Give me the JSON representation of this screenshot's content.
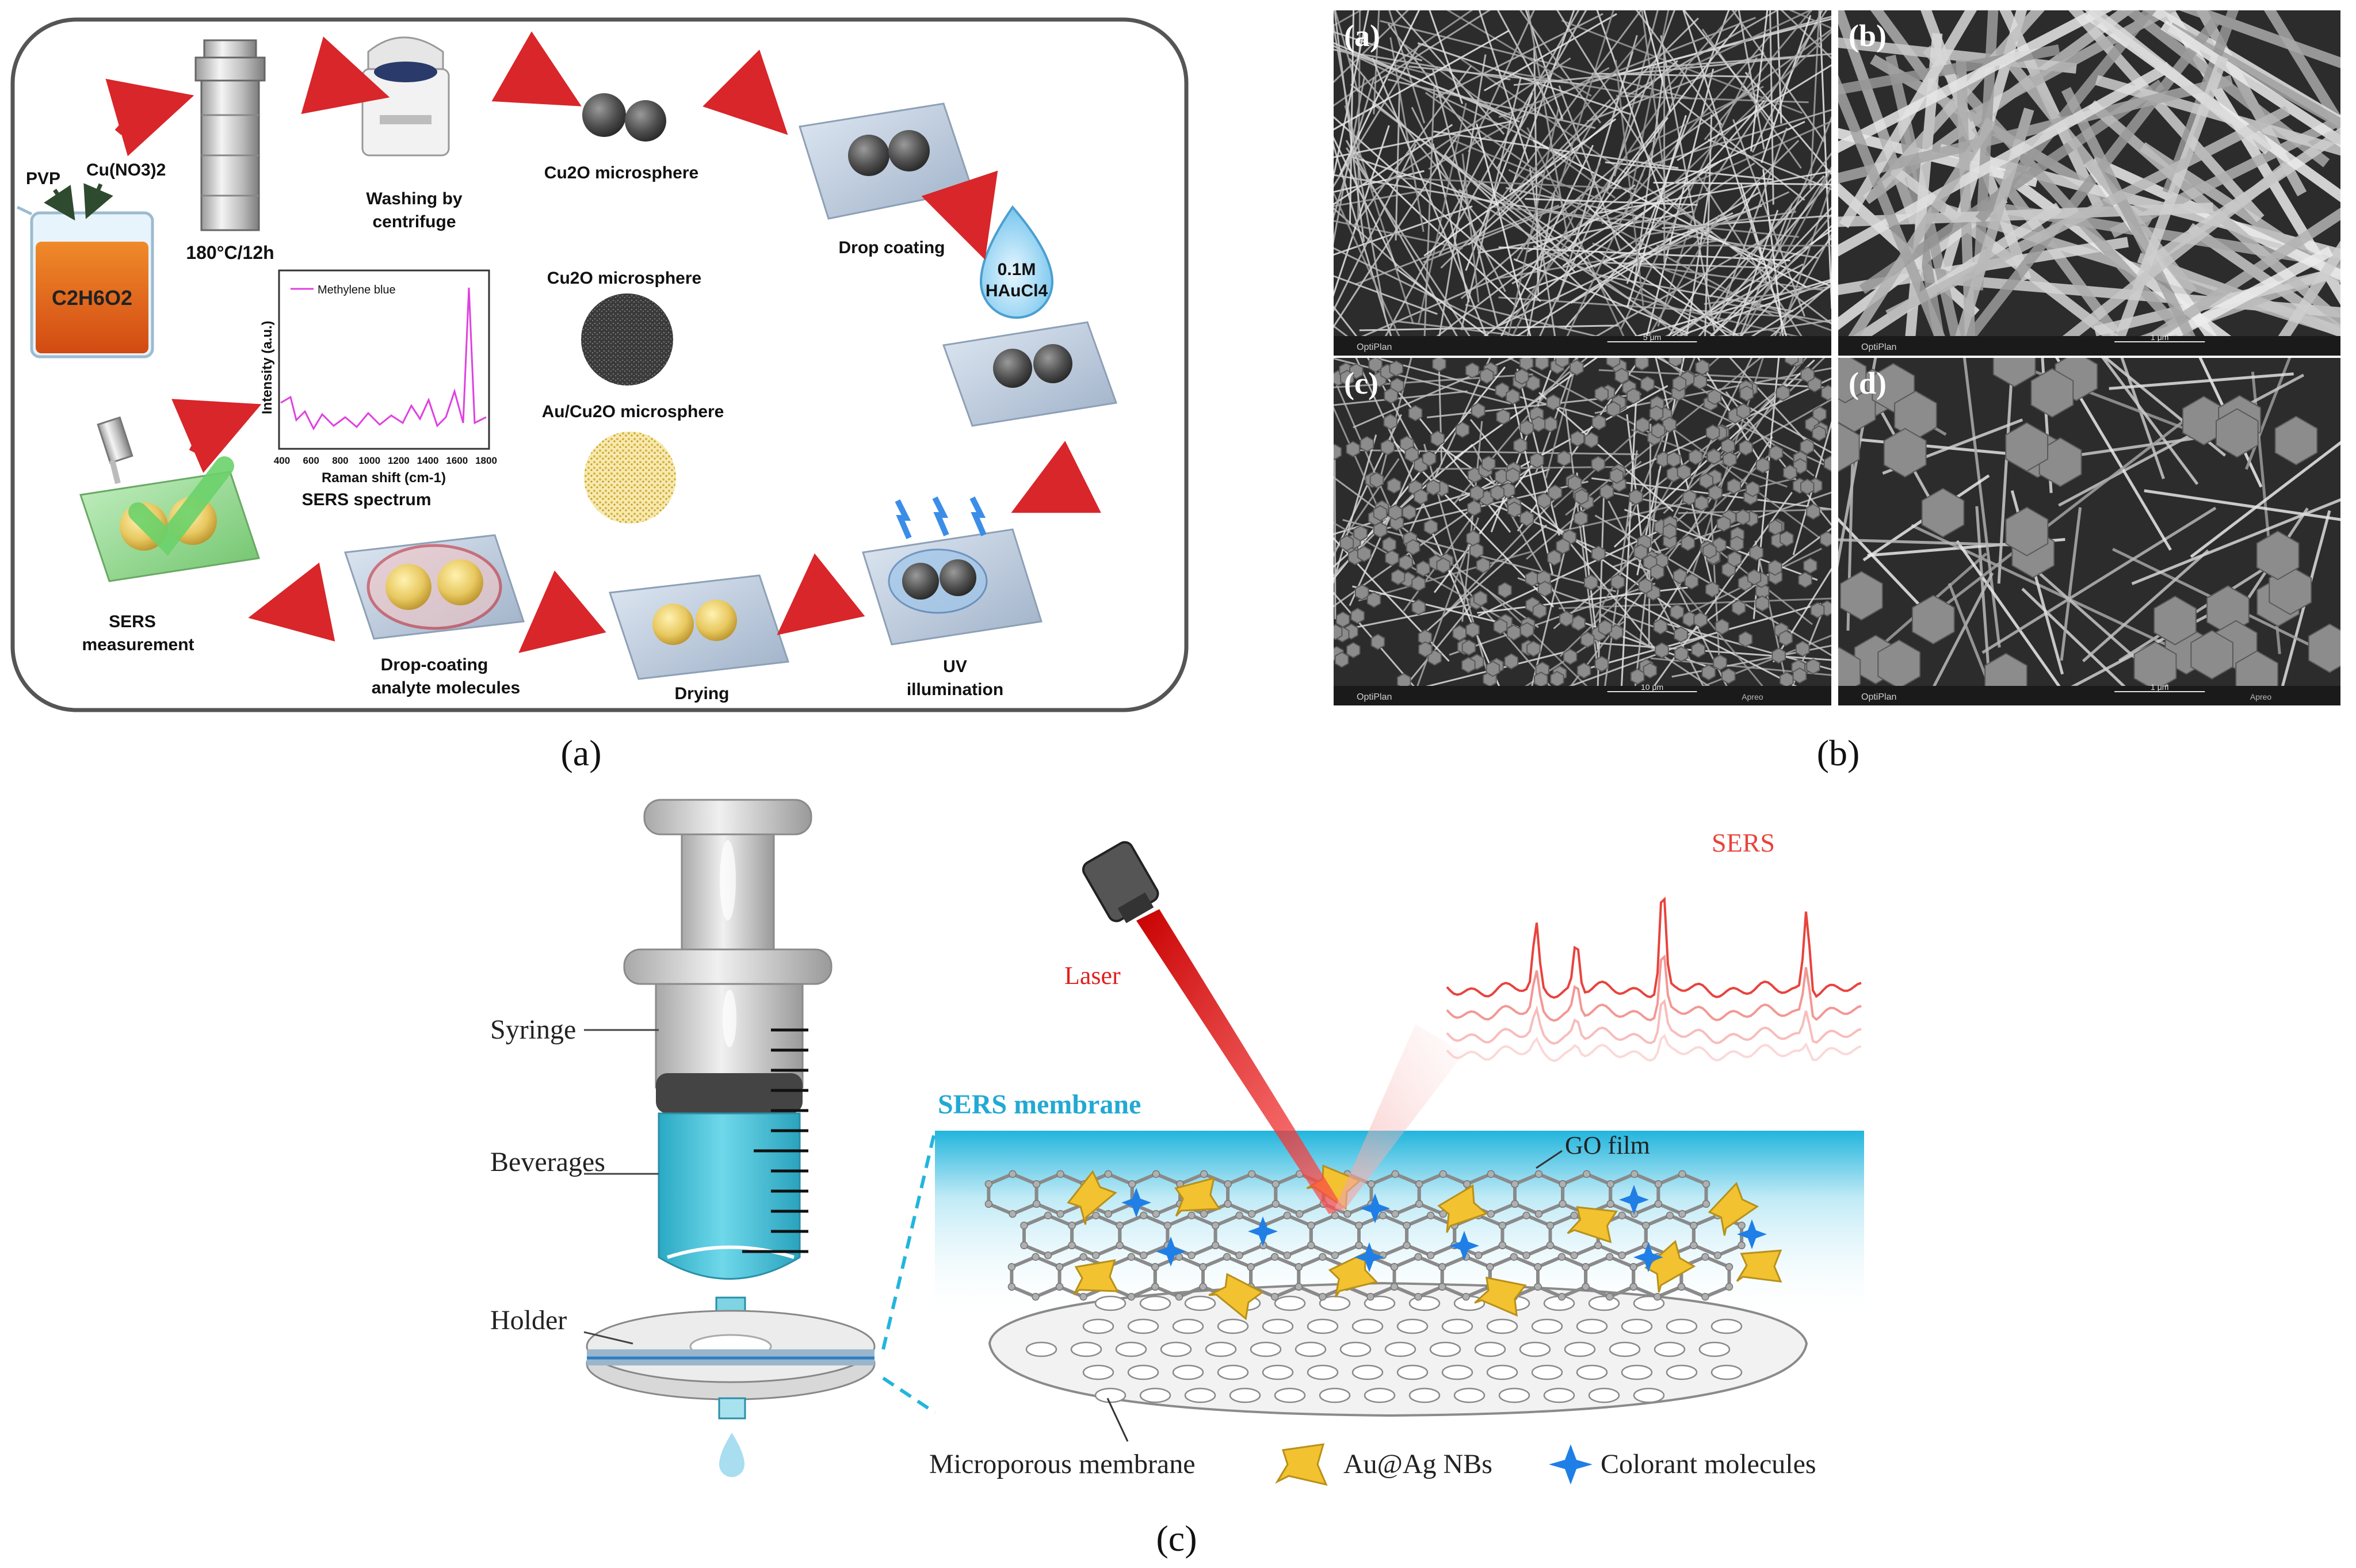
{
  "panel_a": {
    "caption": "(a)",
    "reagent_pvp": "PVP",
    "reagent_cu": "Cu(NO3)2",
    "solvent": "C2H6O2",
    "autoclave_label": "180°C/12h",
    "centrifuge_label_1": "Washing by",
    "centrifuge_label_2": "centrifuge",
    "microsphere_label": "Cu2O microsphere",
    "drop_coating_label": "Drop coating",
    "haucl4_conc": "0.1M",
    "haucl4_name": "HAuCl4",
    "uv_label_1": "UV",
    "uv_label_2": "illumination",
    "drying_label": "Drying",
    "analyte_label_1": "Drop-coating",
    "analyte_label_2": "analyte molecules",
    "sers_meas_label_1": "SERS",
    "sers_meas_label_2": "measurement",
    "cu2o_label": "Cu2O microsphere",
    "au_cu2o_label": "Au/Cu2O microsphere",
    "spectrum": {
      "title": "SERS spectrum",
      "legend": "Methylene blue",
      "ylabel": "Intensity (a.u.)",
      "xlabel": "Raman shift (cm-1)",
      "xticks": [
        "400",
        "600",
        "800",
        "1000",
        "1200",
        "1400",
        "1600",
        "1800"
      ]
    }
  },
  "panel_b": {
    "caption": "(b)",
    "sub_labels": [
      "(a)",
      "(b)",
      "(c)",
      "(d)"
    ],
    "scale_bars": [
      "5 μm",
      "1 μm",
      "10 μm",
      "1 μm"
    ],
    "footer_left": "OptiPlan",
    "footer_right": "Apreo"
  },
  "panel_c": {
    "caption": "(c)",
    "syringe": "Syringe",
    "beverages": "Beverages",
    "holder": "Holder",
    "laser": "Laser",
    "sers": "SERS",
    "sers_membrane": "SERS membrane",
    "go_film": "GO film",
    "legend_membrane": "Microporous membrane",
    "legend_nbs": "Au@Ag NBs",
    "legend_colorant": "Colorant molecules"
  },
  "colors": {
    "arrow_red": "#d8262a",
    "laser_red": "#e02020",
    "sers_red": "#e8433d",
    "membrane_blue": "#2ab8de",
    "syringe_liquid": "#3cc0d6",
    "magenta": "#e040e0",
    "nb_gold": "#f2c230",
    "colorant_blue": "#1f7fe6"
  }
}
